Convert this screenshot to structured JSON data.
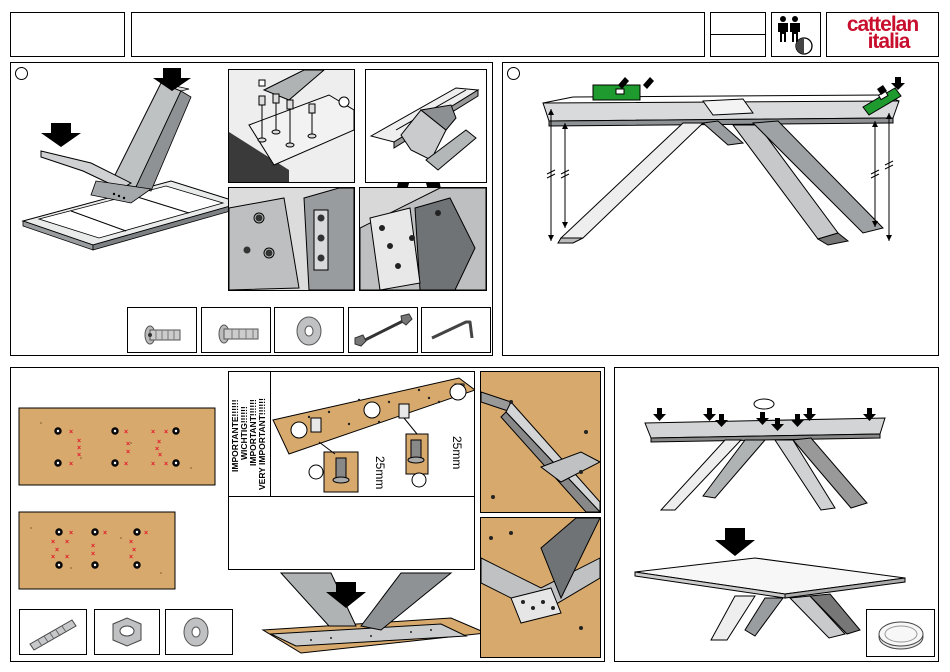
{
  "header": {
    "brand_line1": "cattelan",
    "brand_line2": "italia",
    "brand_color": "#c8102e",
    "icons": [
      "two-persons-icon",
      "half-filled-circle-icon"
    ]
  },
  "panels": {
    "panel1": {
      "hardware": [
        "round-head-screw-icon",
        "hex-socket-screw-icon",
        "washer-icon",
        "wrench-icon",
        "hex-key-icon"
      ]
    },
    "panel3": {
      "warning_lines": [
        "IMPORTANTE!!!!!!",
        "WICHTIG!!!!!!",
        "IMPORTANT!!!!!!",
        "VERY IMPORTANT!!!!!!"
      ],
      "dim_a": "25mm",
      "dim_b": "25mm",
      "hardware": [
        "threaded-rod-icon",
        "hex-nut-icon",
        "washer-icon"
      ]
    },
    "panel4": {
      "hardware": [
        "felt-pad-icon"
      ]
    }
  },
  "colors": {
    "wood": "#d7a96d",
    "level_green": "#1e9a2e",
    "metal": "#b9bcbd",
    "brand": "#c8102e"
  }
}
